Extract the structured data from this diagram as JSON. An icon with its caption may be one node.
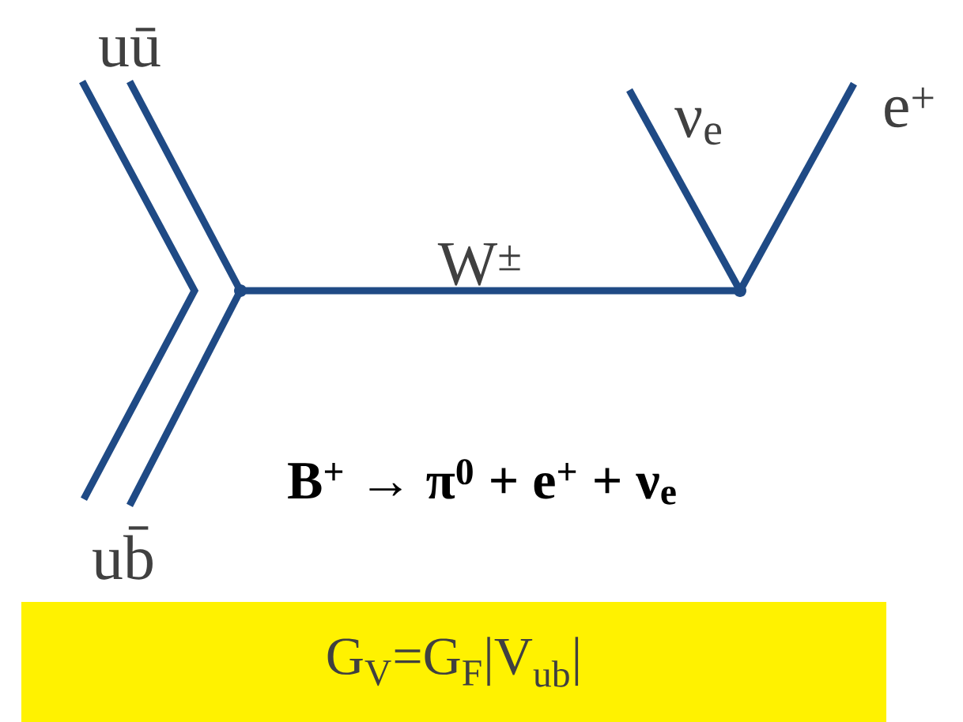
{
  "diagram": {
    "nodes": [
      {
        "text": [
          "uū"
        ]
      },
      {
        "text": [
          "ub̄"
        ]
      },
      {
        "text": [],
        "shape": "point"
      },
      {
        "text": [],
        "shape": "point"
      },
      {
        "text": [
          "ν$_{e}$"
        ]
      },
      {
        "text": [
          "e$^{+}$"
        ]
      },
      {
        "text": [
          "G$_{V}$=G$_{F}$|V$_{ub}$|"
        ]
      }
    ],
    "edges": [
      {
        "from": 0,
        "to": 1,
        "arrow": "none"
      },
      {
        "from": 0,
        "to": 2,
        "arrow": "none"
      },
      {
        "from": 2,
        "to": 1,
        "arrow": "none"
      },
      {
        "from": 2,
        "to": 3,
        "arrow": "none",
        "label": "W$^{±}$"
      },
      {
        "from": 3,
        "to": 4,
        "arrow": "none"
      },
      {
        "from": 3,
        "to": 5,
        "arrow": "none"
      }
    ],
    "labels": [
      "B$^{+}$ → π$^{0}$ + e$^{+}$ + ν$_{e}$"
    ]
  }
}
